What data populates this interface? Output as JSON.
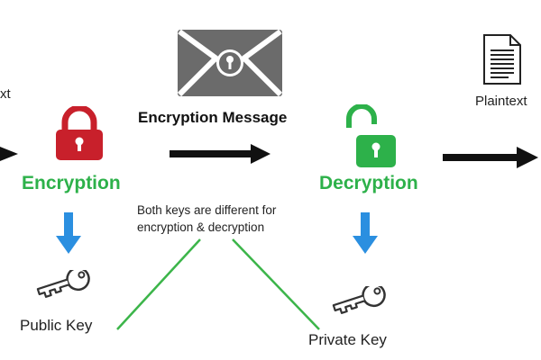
{
  "left_cut_label": "xt",
  "encryption_message": "Encryption Message",
  "encryption": "Encryption",
  "decryption": "Decryption",
  "plaintext": "Plaintext",
  "note": {
    "line1": "Both keys are different for",
    "line2": "encryption & decryption"
  },
  "public_key": "Public Key",
  "private_key": "Private Key",
  "colors": {
    "lock_red": "#c8202b",
    "lock_green": "#2db14a",
    "title_green": "#2db14a",
    "arrow_black": "#111111",
    "down_arrow_blue": "#2b8fe0",
    "envelope_gray": "#6b6b6b",
    "connector_green": "#3cb54a"
  },
  "icons": [
    "envelope-lock-icon",
    "red-closed-lock-icon",
    "green-open-lock-icon",
    "document-icon",
    "key-icon",
    "down-arrow-icon",
    "right-arrow-icon"
  ]
}
